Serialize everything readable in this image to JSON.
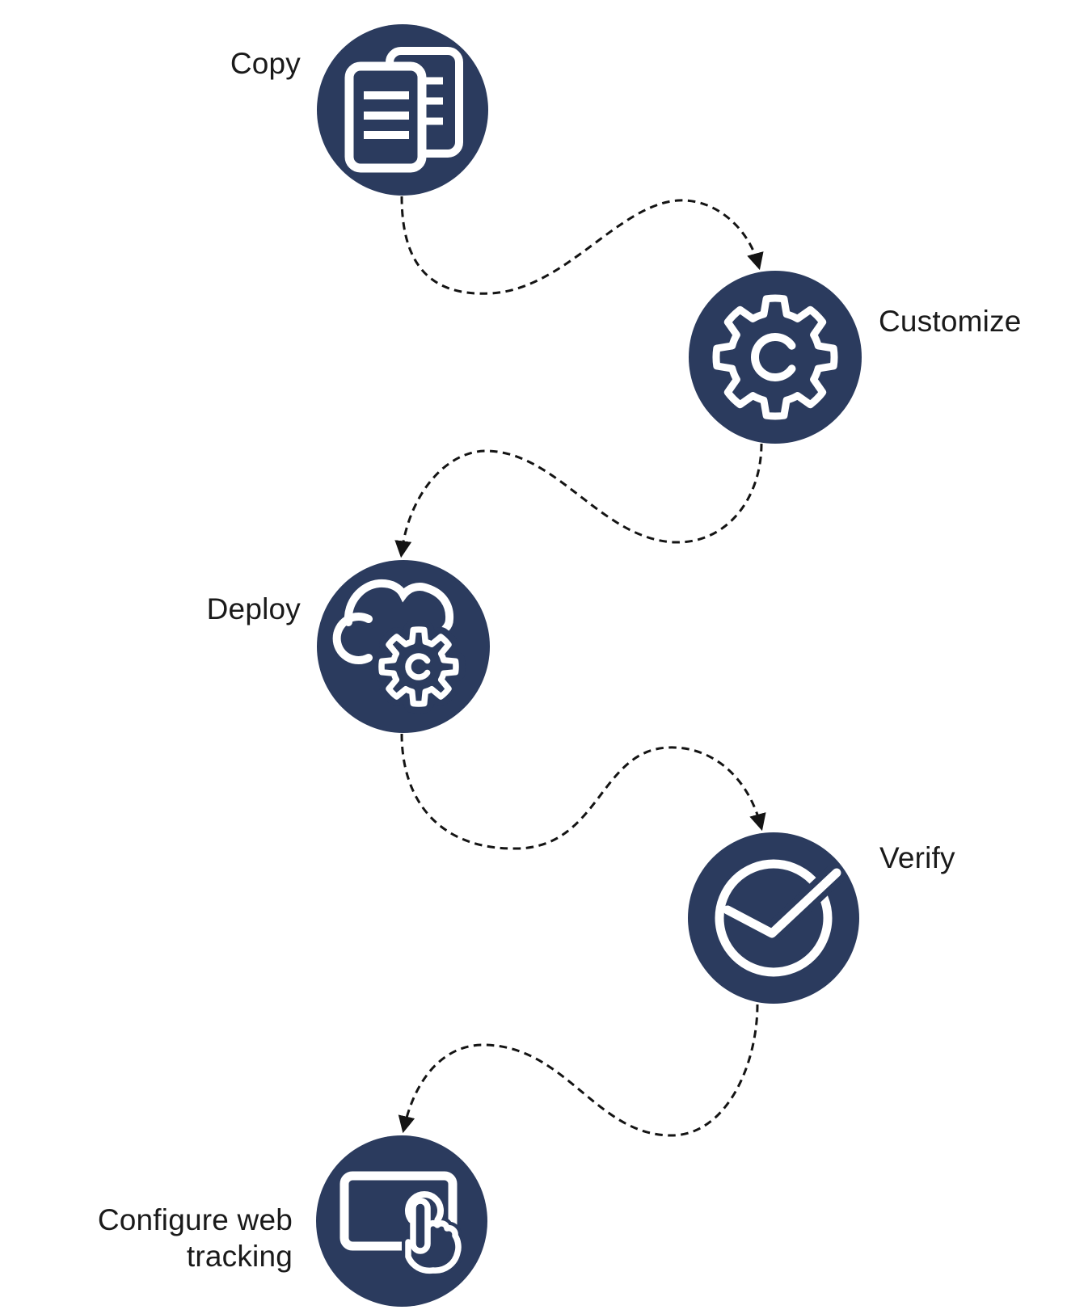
{
  "steps": [
    {
      "id": "copy",
      "label": "Copy",
      "icon": "copy-documents-icon",
      "label_side": "left"
    },
    {
      "id": "customize",
      "label": "Customize",
      "icon": "gear-icon",
      "label_side": "right"
    },
    {
      "id": "deploy",
      "label": "Deploy",
      "icon": "cloud-gear-icon",
      "label_side": "left"
    },
    {
      "id": "verify",
      "label": "Verify",
      "icon": "check-circle-icon",
      "label_side": "right"
    },
    {
      "id": "configure-web-tracking",
      "label": "Configure web tracking",
      "label_lines": {
        "line1": "Configure web",
        "line2": "tracking"
      },
      "icon": "touch-screen-icon",
      "label_side": "left"
    }
  ],
  "connectors": [
    {
      "from": "copy",
      "to": "customize"
    },
    {
      "from": "customize",
      "to": "deploy"
    },
    {
      "from": "deploy",
      "to": "verify"
    },
    {
      "from": "verify",
      "to": "configure-web-tracking"
    }
  ],
  "colors": {
    "background": "#ffffff",
    "node_fill": "#2b3b5e",
    "icon_stroke": "#ffffff",
    "connector": "#141414",
    "label_text": "#1a1a1a"
  }
}
